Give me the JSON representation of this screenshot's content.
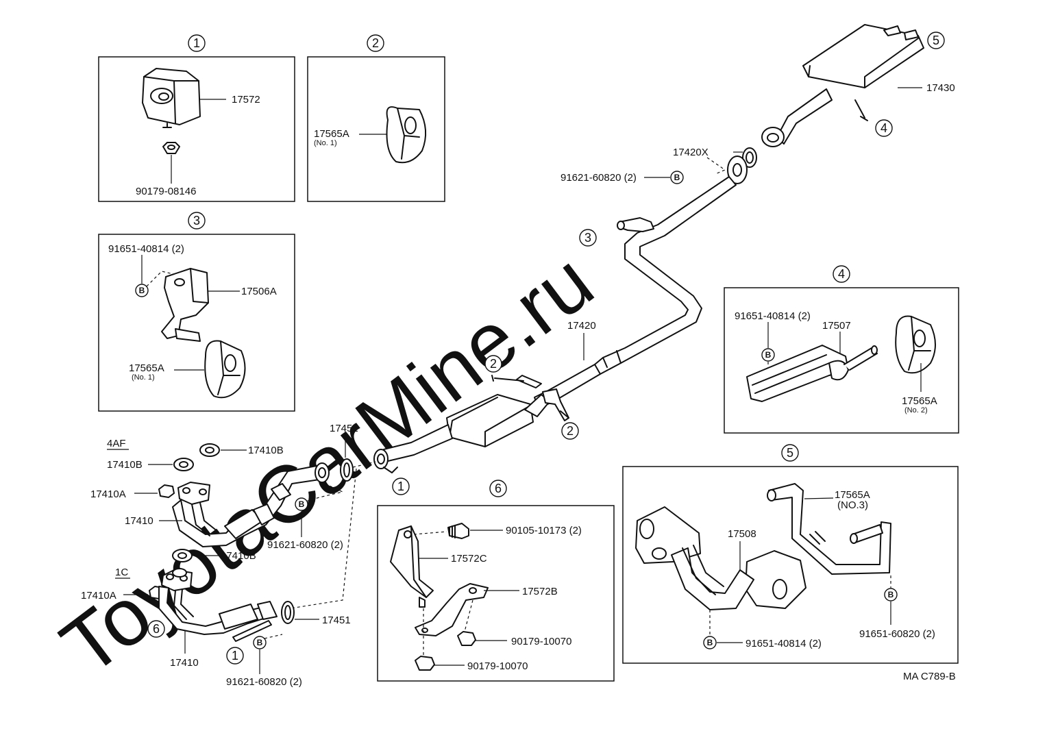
{
  "watermark": "ToyotaCarMine.ru",
  "diagram_code": "MA C789-B",
  "b_symbol": "B",
  "views": {
    "v1": {
      "num": "1",
      "parts": {
        "insulator": "17572",
        "nut": "90179-08146"
      }
    },
    "v2": {
      "num": "2",
      "parts": {
        "hanger": "17565A",
        "hanger_note": "(No. 1)"
      }
    },
    "v3": {
      "num": "3",
      "parts": {
        "bolt": "91651-40814 (2)",
        "bracket": "17506A",
        "hanger": "17565A",
        "hanger_note": "(No. 1)"
      }
    },
    "v4": {
      "num": "4",
      "parts": {
        "bolt": "91651-40814 (2)",
        "bracket": "17507",
        "hanger": "17565A",
        "hanger_note": "(No. 2)"
      }
    },
    "v5": {
      "num": "5",
      "parts": {
        "hanger": "17565A",
        "hanger_note": "(NO.3)",
        "bracket": "17508",
        "bolt_left": "91651-40814 (2)",
        "bolt_right": "91651-60820 (2)"
      }
    },
    "v6": {
      "num": "6",
      "parts": {
        "bolt": "90105-10173 (2)",
        "bracket_c": "17572C",
        "bracket_b": "17572B",
        "nut_a": "90179-10070",
        "nut_b": "90179-10070"
      }
    }
  },
  "main": {
    "muffler": "17430",
    "gasket_x": "17420X",
    "bolt_top": "91621-60820 (2)",
    "center_pipe": "17420",
    "gasket_17451_top": "17451",
    "gasket_17451_bottom": "17451",
    "engine_4af": "4AF",
    "engine_1c": "1C",
    "gasket_b_top": "17410B",
    "gasket_b_left": "17410B",
    "gasket_b_mid": "17410B",
    "nut_a_top": "17410A",
    "nut_a_bottom": "17410A",
    "front_pipe_top": "17410",
    "front_pipe_bottom": "17410",
    "bolt_mid": "91621-60820 (2)",
    "bolt_bottom": "91621-60820 (2)",
    "callout_1": "1",
    "callout_2": "2",
    "callout_3": "3",
    "callout_4": "4",
    "callout_5": "5",
    "callout_6": "6"
  }
}
